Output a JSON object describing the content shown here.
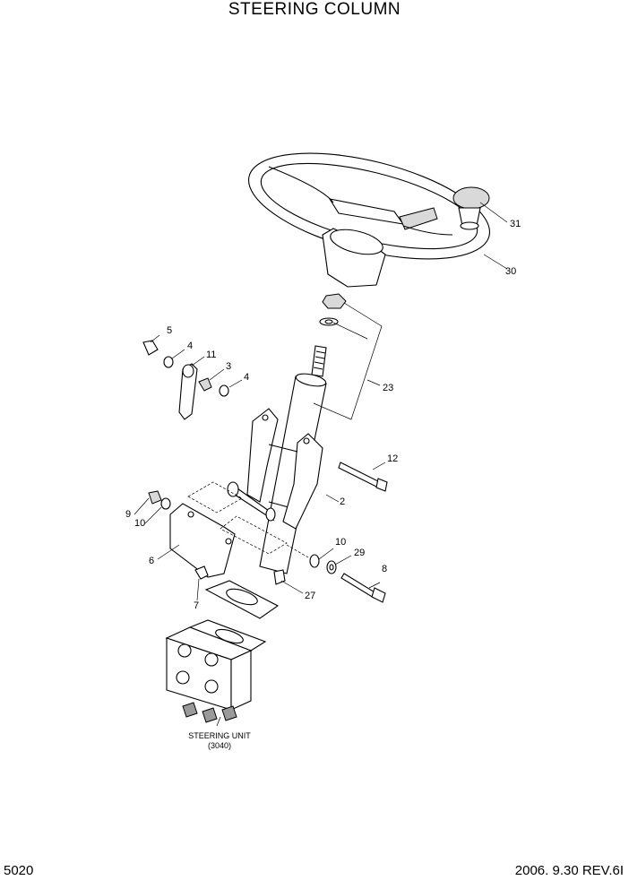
{
  "title": "STEERING COLUMN",
  "page_number": "5020",
  "revision": "2006. 9.30  REV.6I",
  "steering_unit_label": "STEERING UNIT",
  "steering_unit_ref": "(3040)",
  "callouts": {
    "c31": "31",
    "c30": "30",
    "c23": "23",
    "c12": "12",
    "c2": "2",
    "c10a": "10",
    "c29": "29",
    "c8": "8",
    "c27": "27",
    "c5": "5",
    "c4a": "4",
    "c11": "11",
    "c3": "3",
    "c4b": "4",
    "c9": "9",
    "c10b": "10",
    "c6": "6",
    "c7": "7"
  }
}
